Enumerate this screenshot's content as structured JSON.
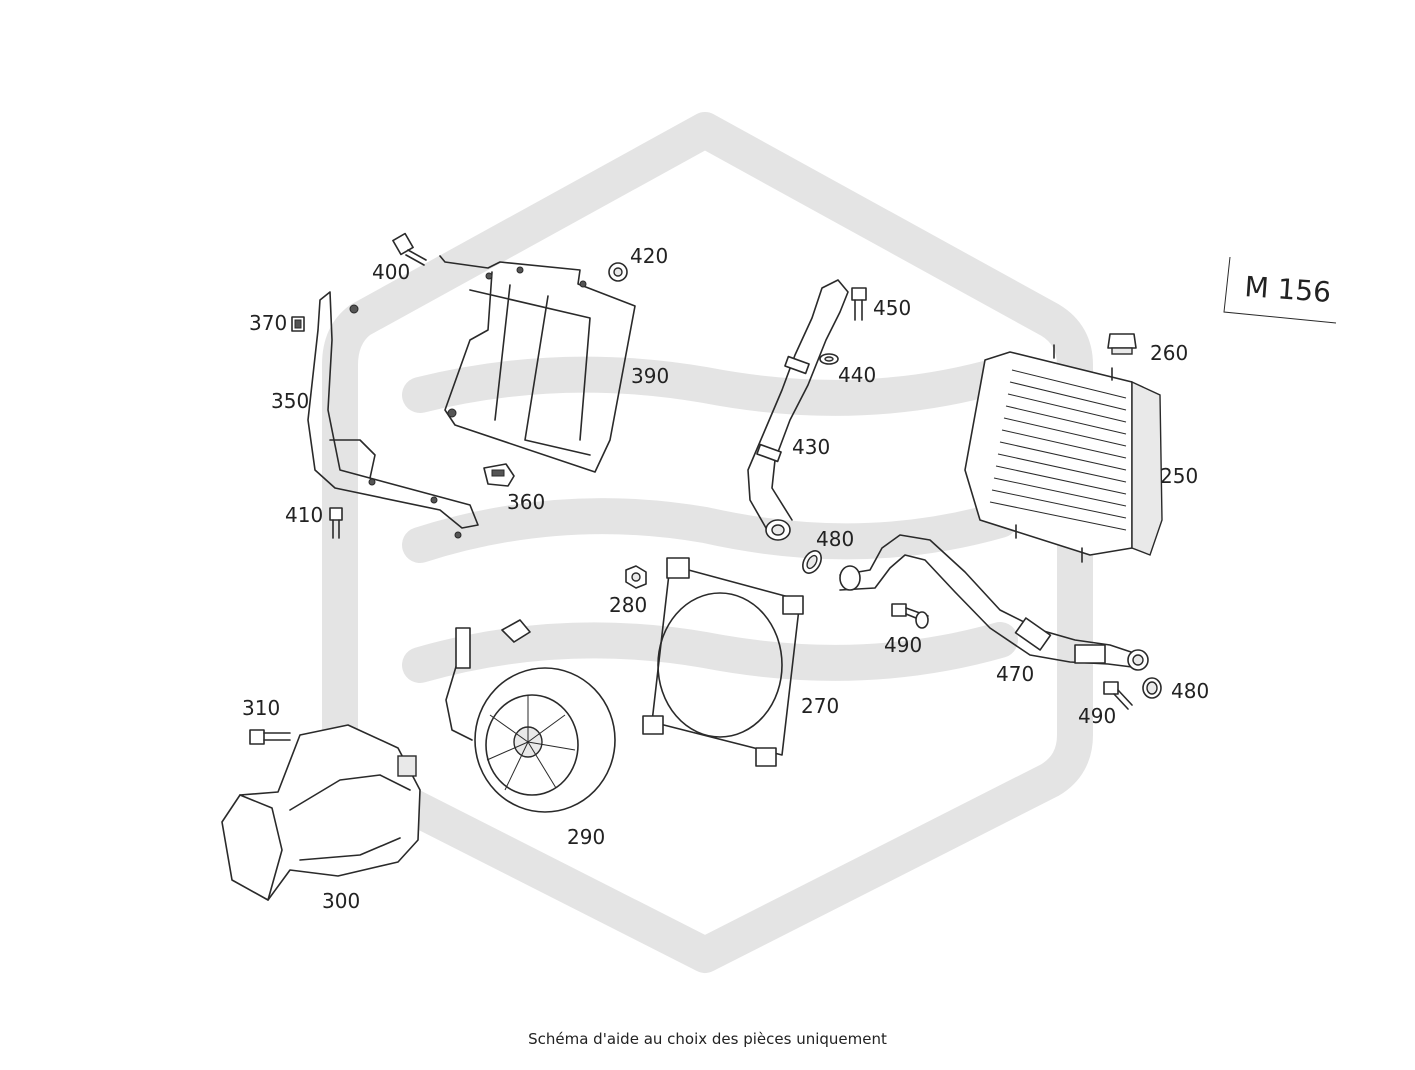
{
  "diagram": {
    "model_label": "M 156",
    "callouts": {
      "p250": "250",
      "p260": "260",
      "p270": "270",
      "p280": "280",
      "p290": "290",
      "p300": "300",
      "p310": "310",
      "p350": "350",
      "p360": "360",
      "p370": "370",
      "p390": "390",
      "p400": "400",
      "p410": "410",
      "p420": "420",
      "p430": "430",
      "p440": "440",
      "p450": "450",
      "p470": "470",
      "p480a": "480",
      "p480b": "480",
      "p490a": "490",
      "p490b": "490"
    }
  },
  "footer": {
    "caption": "Schéma d'aide au choix des pièces uniquement"
  }
}
